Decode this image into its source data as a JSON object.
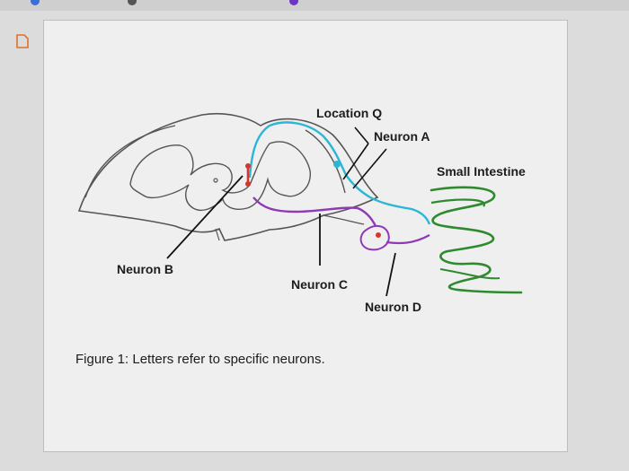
{
  "labels": {
    "location_q": "Location Q",
    "neuron_a": "Neuron A",
    "neuron_b": "Neuron B",
    "neuron_c": "Neuron C",
    "neuron_d": "Neuron D",
    "small_intestine": "Small Intestine"
  },
  "caption": "Figure 1: Letters refer to specific neurons.",
  "colors": {
    "neuron_a": "#2bb6d6",
    "neuron_c": "#8e3ab5",
    "neuron_b": "#d8352a",
    "intestine": "#2f8a2f",
    "outline": "#555555"
  },
  "icons": [
    "bookmark-icon"
  ]
}
